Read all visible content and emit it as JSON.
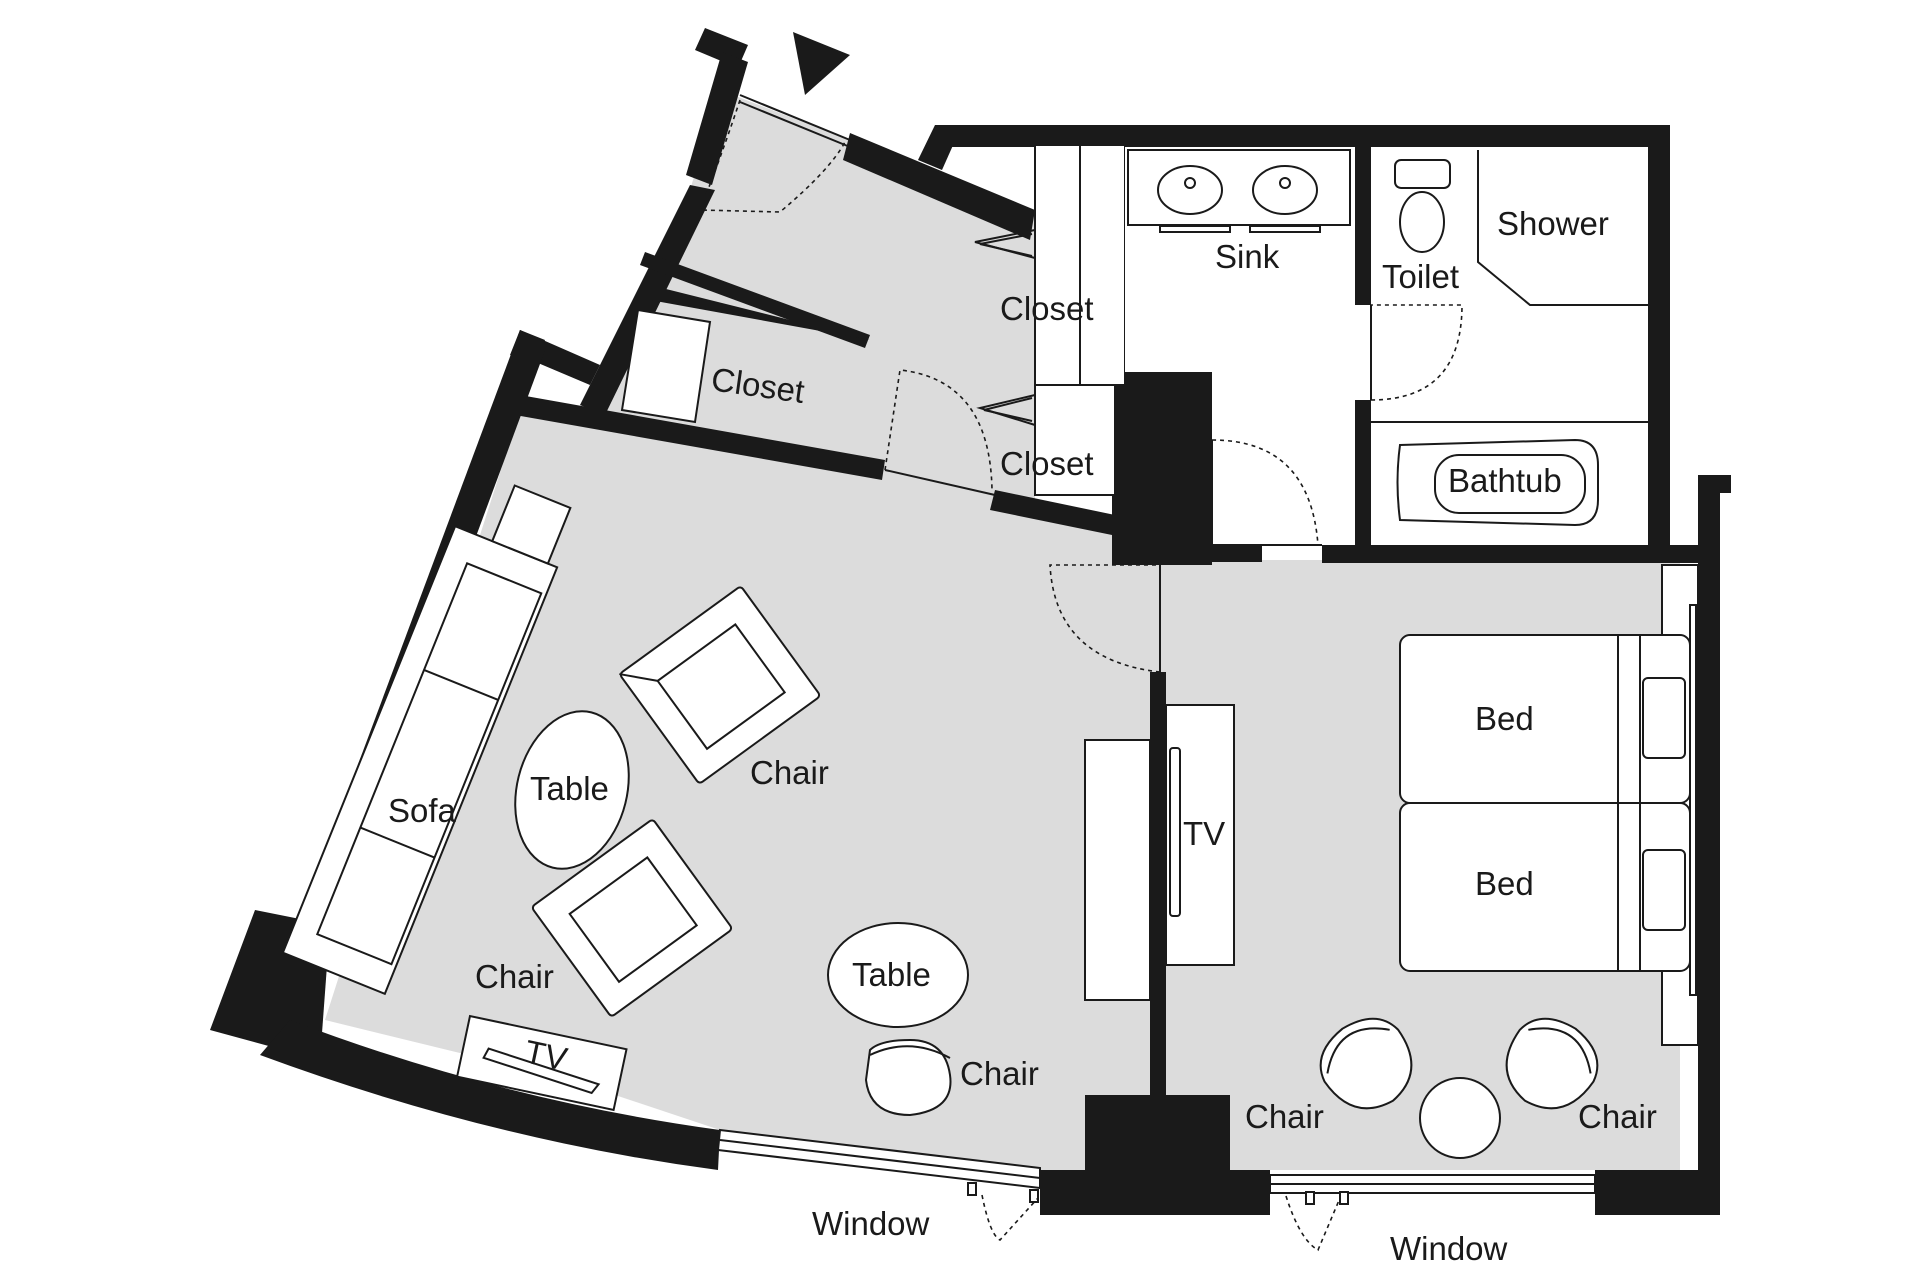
{
  "labels": {
    "closet_upper": "Closet",
    "closet_lower": "Closet",
    "closet_left": "Closet",
    "sink": "Sink",
    "toilet": "Toilet",
    "shower": "Shower",
    "bathtub": "Bathtub",
    "sofa": "Sofa",
    "table_oval": "Table",
    "table_round": "Table",
    "chair_upper": "Chair",
    "chair_left": "Chair",
    "chair_bottom": "Chair",
    "chair_bed_left": "Chair",
    "chair_bed_right": "Chair",
    "tv_living": "TV",
    "tv_corner": "TV",
    "bed_top": "Bed",
    "bed_bottom": "Bed",
    "window_left": "Window",
    "window_right": "Window"
  },
  "colors": {
    "wall": "#1a1a1a",
    "floor": "#dcdcdc",
    "furniture": "#ffffff"
  }
}
